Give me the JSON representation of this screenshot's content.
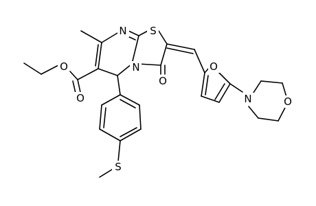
{
  "structure": {
    "atom_labels": {
      "n_ring": "N",
      "s_ring": "S",
      "n_bridge": "N",
      "o_ketone": "O",
      "o_ester_carbonyl": "O",
      "o_ester_ether": "O",
      "o_furan": "O",
      "n_morpholine": "N",
      "o_morpholine": "O",
      "s_thioether": "S"
    }
  }
}
